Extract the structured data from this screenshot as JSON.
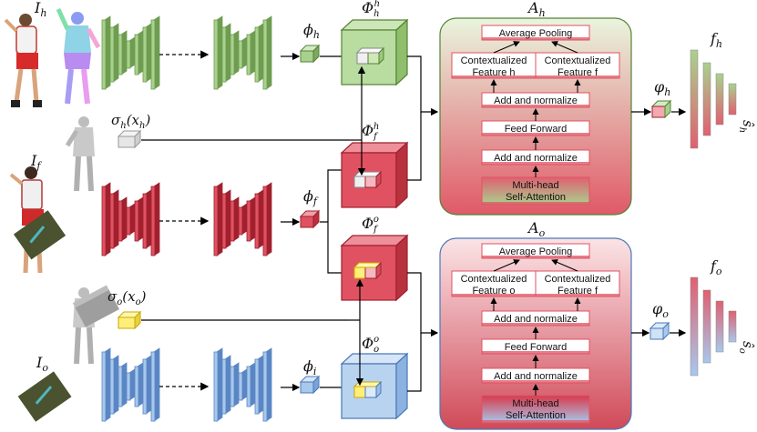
{
  "inputs": {
    "human_image": "I_h",
    "full_image": "I_f",
    "object_image": "I_o",
    "human_shape": "σ_h(x_h)",
    "object_shape": "σ_o(x_o)"
  },
  "features": {
    "phi_h": "ϕ_h",
    "phi_f": "ϕ_f",
    "phi_i": "ϕ_i",
    "Phi_h_h": "Φ_h^h",
    "Phi_f_h": "Φ_f^h",
    "Phi_f_o": "Φ_f^o",
    "Phi_o_o": "Φ_o^o"
  },
  "attention_h": {
    "title": "A_h",
    "blocks": {
      "pool": "Average Pooling",
      "ctx_left": [
        "Contextualized",
        "Feature h"
      ],
      "ctx_right": [
        "Contextualized",
        "Feature f"
      ],
      "addnorm2": "Add and normalize",
      "ff": "Feed Forward",
      "addnorm1": "Add and normalize",
      "mha": [
        "Multi-head",
        "Self-Attention"
      ]
    }
  },
  "attention_o": {
    "title": "A_o",
    "blocks": {
      "pool": "Average Pooling",
      "ctx_left": [
        "Contextualized",
        "Feature o"
      ],
      "ctx_right": [
        "Contextualized",
        "Feature f"
      ],
      "addnorm2": "Add and normalize",
      "ff": "Feed Forward",
      "addnorm1": "Add and normalize",
      "mha": [
        "Multi-head",
        "Self-Attention"
      ]
    }
  },
  "outputs": {
    "varphi_h": "φ_h",
    "varphi_o": "φ_o",
    "f_h": "f_h",
    "f_o": "f_o",
    "s_h": "ŝ_h",
    "s_o": "ŝ_o"
  },
  "colors": {
    "green": "#a9d18e",
    "green_dark": "#548235",
    "red": "#e05262",
    "red_dark": "#a0202e",
    "blue": "#a8c8ec",
    "blue_dark": "#4a78b8",
    "yellow": "#ffef7a",
    "gray": "#e8e8e8",
    "panel_green": "#eaf5e0",
    "panel_red": "#fbe2e4"
  }
}
